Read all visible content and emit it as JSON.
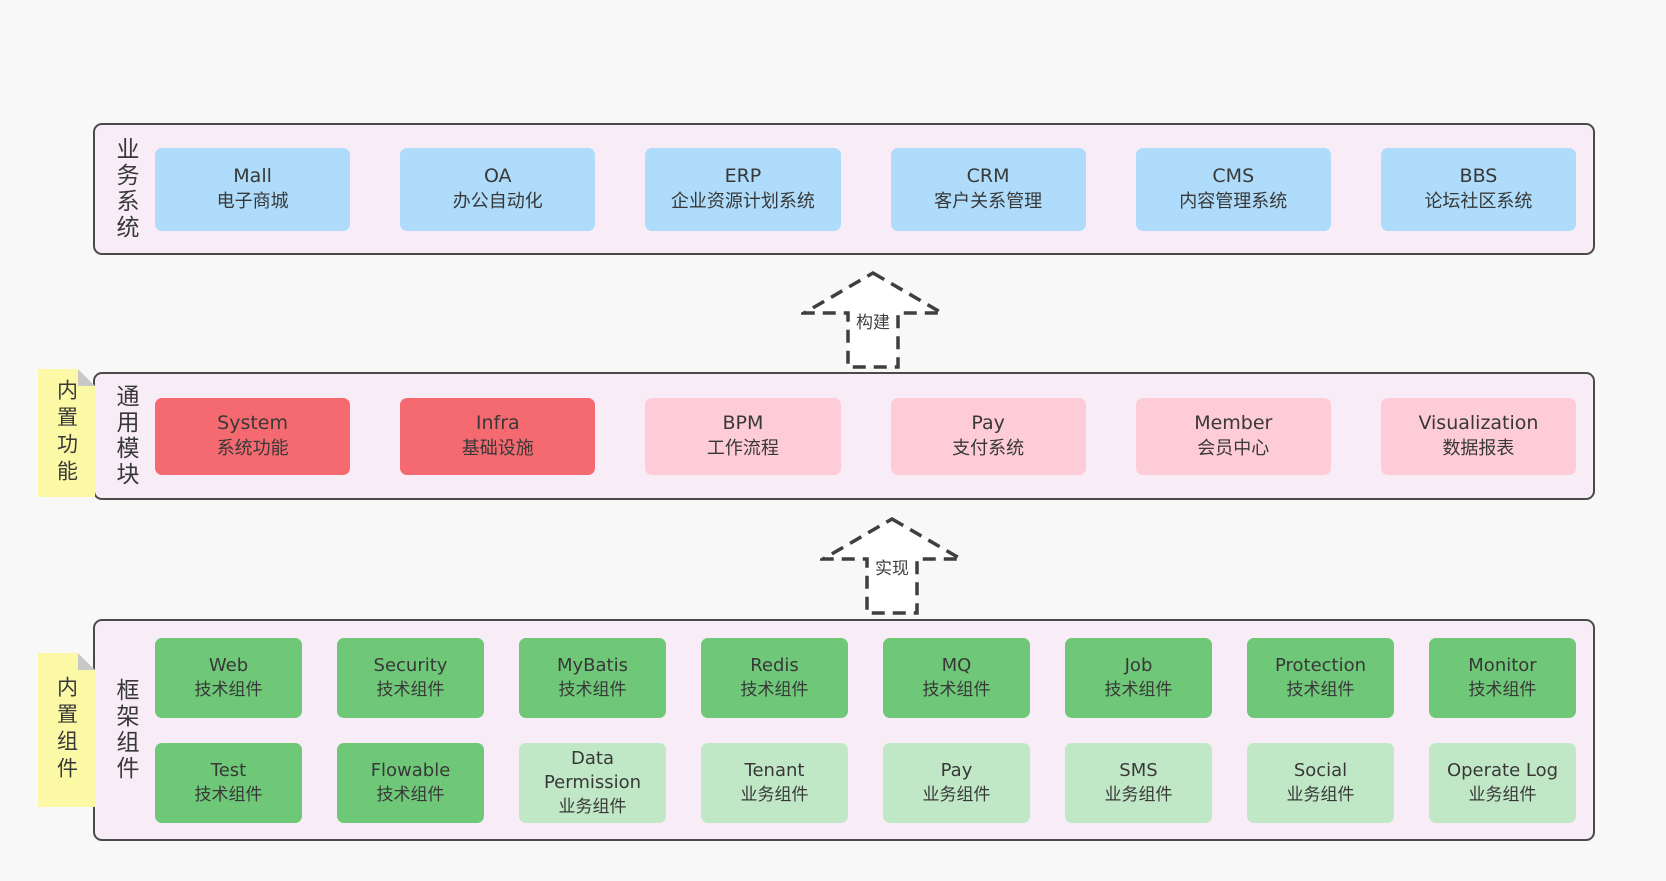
{
  "colors": {
    "page_bg": "#f8f8f8",
    "band_bg": "#f8edf6",
    "band_border": "#4a4a4a",
    "box_blue": "#aedcfa",
    "box_red": "#f56a70",
    "box_pink": "#fdccd7",
    "box_green": "#6ec878",
    "box_light_green": "#c1e8c6",
    "note_yellow": "#fbf9a6",
    "note_fold": "#c8c8c8",
    "text": "#383838"
  },
  "arrows": [
    {
      "label": "构建"
    },
    {
      "label": "实现"
    }
  ],
  "bands": [
    {
      "label": "业务系统",
      "boxes": [
        {
          "name": "Mall",
          "desc": "电子商城",
          "type": "blue"
        },
        {
          "name": "OA",
          "desc": "办公自动化",
          "type": "blue"
        },
        {
          "name": "ERP",
          "desc": "企业资源计划系统",
          "type": "blue"
        },
        {
          "name": "CRM",
          "desc": "客户关系管理",
          "type": "blue"
        },
        {
          "name": "CMS",
          "desc": "内容管理系统",
          "type": "blue"
        },
        {
          "name": "BBS",
          "desc": "论坛社区系统",
          "type": "blue"
        }
      ]
    },
    {
      "label": "通用模块",
      "note": "内置功能",
      "boxes": [
        {
          "name": "System",
          "desc": "系统功能",
          "type": "red"
        },
        {
          "name": "Infra",
          "desc": "基础设施",
          "type": "red"
        },
        {
          "name": "BPM",
          "desc": "工作流程",
          "type": "pink"
        },
        {
          "name": "Pay",
          "desc": "支付系统",
          "type": "pink"
        },
        {
          "name": "Member",
          "desc": "会员中心",
          "type": "pink"
        },
        {
          "name": "Visualization",
          "desc": "数据报表",
          "type": "pink"
        }
      ]
    },
    {
      "label": "框架组件",
      "note": "内置组件",
      "rows": [
        [
          {
            "name": "Web",
            "desc": "技术组件",
            "type": "green"
          },
          {
            "name": "Security",
            "desc": "技术组件",
            "type": "green"
          },
          {
            "name": "MyBatis",
            "desc": "技术组件",
            "type": "green"
          },
          {
            "name": "Redis",
            "desc": "技术组件",
            "type": "green"
          },
          {
            "name": "MQ",
            "desc": "技术组件",
            "type": "green"
          },
          {
            "name": "Job",
            "desc": "技术组件",
            "type": "green"
          },
          {
            "name": "Protection",
            "desc": "技术组件",
            "type": "green"
          },
          {
            "name": "Monitor",
            "desc": "技术组件",
            "type": "green"
          }
        ],
        [
          {
            "name": "Test",
            "desc": "技术组件",
            "type": "green"
          },
          {
            "name": "Flowable",
            "desc": "技术组件",
            "type": "green"
          },
          {
            "name": "Data Permission",
            "desc": "业务组件",
            "type": "lightgreen"
          },
          {
            "name": "Tenant",
            "desc": "业务组件",
            "type": "lightgreen"
          },
          {
            "name": "Pay",
            "desc": "业务组件",
            "type": "lightgreen"
          },
          {
            "name": "SMS",
            "desc": "业务组件",
            "type": "lightgreen"
          },
          {
            "name": "Social",
            "desc": "业务组件",
            "type": "lightgreen"
          },
          {
            "name": "Operate Log",
            "desc": "业务组件",
            "type": "lightgreen"
          }
        ]
      ]
    }
  ]
}
